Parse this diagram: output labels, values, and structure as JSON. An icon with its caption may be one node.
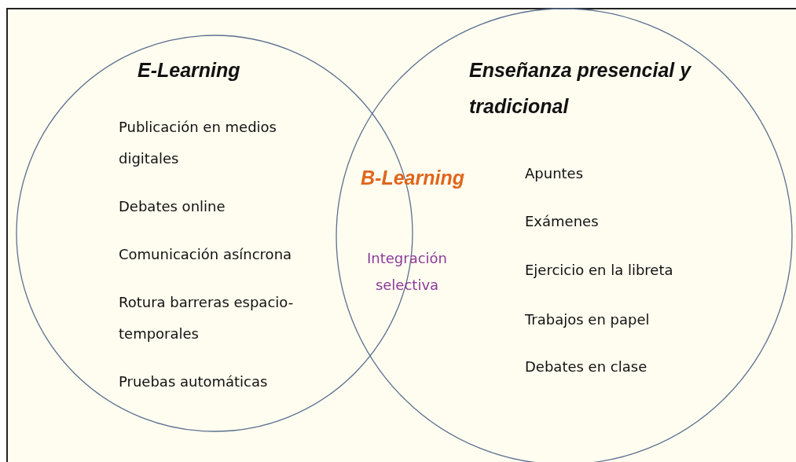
{
  "diagram": {
    "nodes": [
      {
        "text": [
          "E-Learning",
          "Publicación en medios digitales",
          "Debates online",
          "Comunicación asíncrona",
          "Rotura barreras espacio-temporales",
          "Pruebas automáticas"
        ]
      },
      {
        "text": [
          "Enseñanza presencial y tradicional",
          "Apuntes",
          "Exámenes",
          "Ejercicio en la libreta",
          "Trabajos en papel",
          "Debates en clase"
        ]
      }
    ],
    "edges": [],
    "labels": [
      "B-Learning",
      "Integración selectiva"
    ]
  }
}
